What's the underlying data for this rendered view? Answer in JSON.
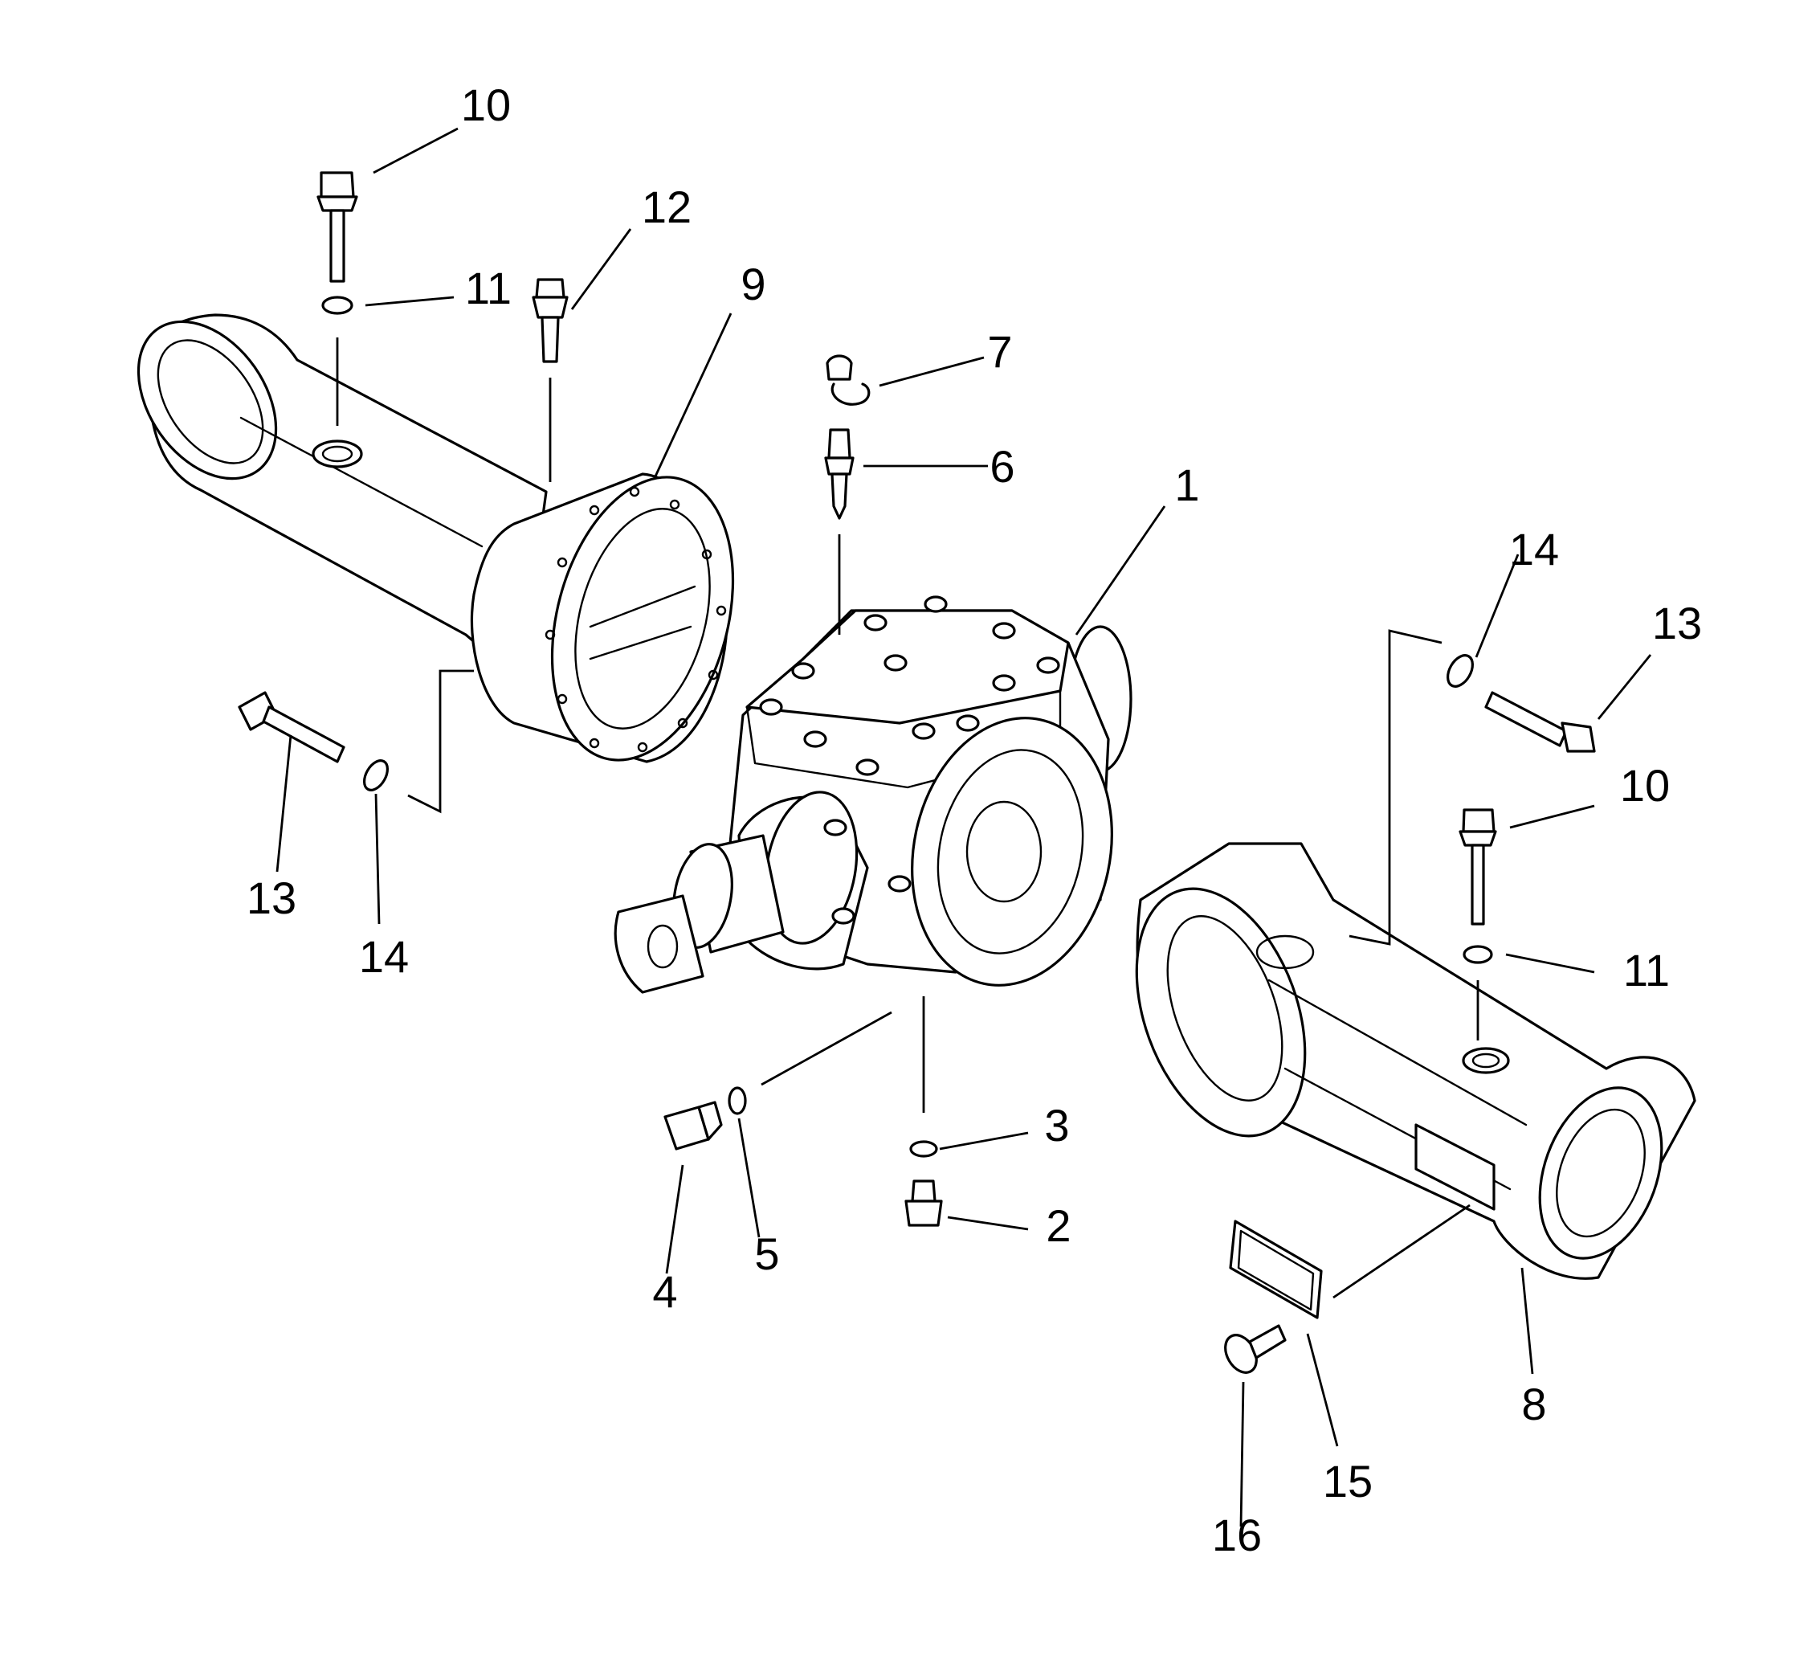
{
  "diagram": {
    "callouts": {
      "part_1": "1",
      "part_2": "2",
      "part_3": "3",
      "part_4": "4",
      "part_5": "5",
      "part_6": "6",
      "part_7": "7",
      "part_8": "8",
      "part_9": "9",
      "part_10_left": "10",
      "part_10_right": "10",
      "part_11_left": "11",
      "part_11_right": "11",
      "part_12": "12",
      "part_13_left": "13",
      "part_13_right": "13",
      "part_14_left": "14",
      "part_14_right": "14",
      "part_15": "15",
      "part_16": "16"
    }
  }
}
